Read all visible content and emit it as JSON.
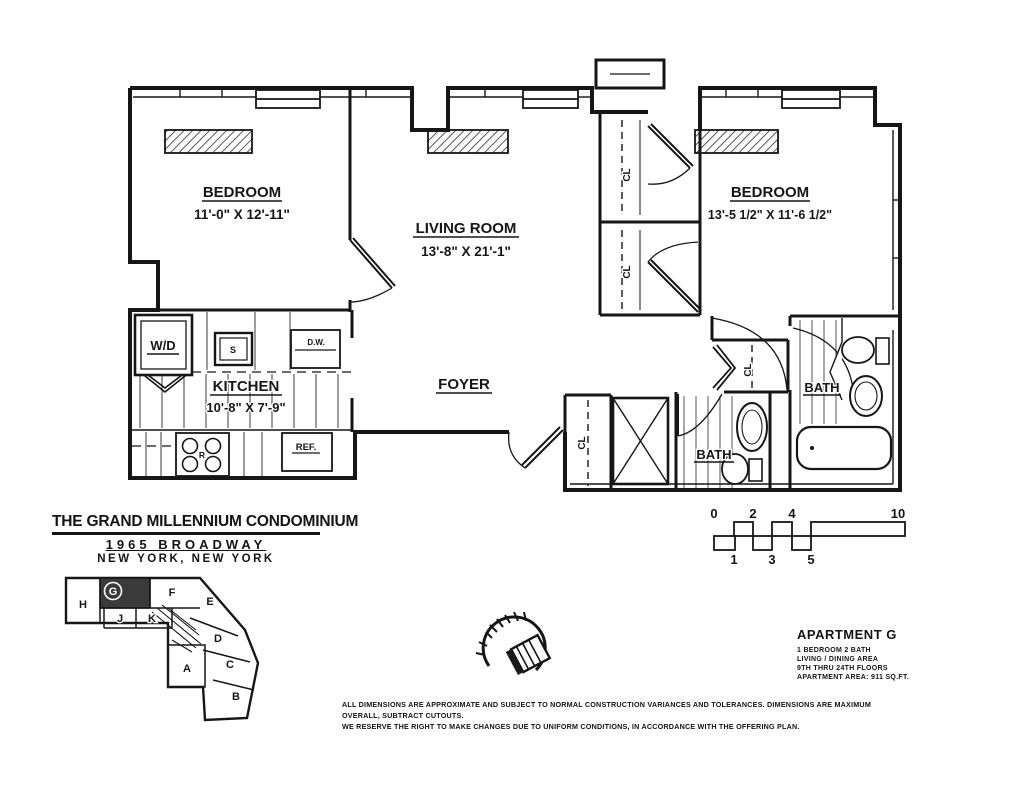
{
  "page": {
    "paper": "#ffffff",
    "ink": "#1a1a1a",
    "highlight_unit_fill": "#3a3a3a"
  },
  "title_block": {
    "building_name": "THE GRAND MILLENNIUM CONDOMINIUM",
    "address": "1965 BROADWAY",
    "city": "NEW YORK, NEW YORK"
  },
  "apartment_info": {
    "title": "APARTMENT G",
    "line1": "1 BEDROOM 2 BATH",
    "line2": "LIVING / DINING AREA",
    "line3": "9TH THRU 24TH FLOORS",
    "line4": "APARTMENT AREA: 911 SQ.FT."
  },
  "disclaimer": {
    "line1": "ALL DIMENSIONS ARE APPROXIMATE AND SUBJECT TO NORMAL CONSTRUCTION VARIANCES AND TOLERANCES. DIMENSIONS ARE MAXIMUM OVERALL, SUBTRACT CUTOUTS.",
    "line2": "WE RESERVE THE RIGHT TO MAKE CHANGES DUE TO UNIFORM CONDITIONS, IN ACCORDANCE WITH THE OFFERING PLAN."
  },
  "rooms": {
    "bedroom1": {
      "label": "BEDROOM",
      "dimensions": "11'-0\" X 12'-11\""
    },
    "living_room": {
      "label": "LIVING ROOM",
      "dimensions": "13'-8\" X 21'-1\""
    },
    "bedroom2": {
      "label": "BEDROOM",
      "dimensions": "13'-5 1/2\" X 11'-6 1/2\""
    },
    "kitchen": {
      "label": "KITCHEN",
      "dimensions": "10'-8\" X 7'-9\""
    },
    "foyer": {
      "label": "FOYER"
    },
    "bath1": {
      "label": "BATH"
    },
    "bath2": {
      "label": "BATH"
    }
  },
  "fixtures": {
    "washer_dryer": "W/D",
    "sink": "S",
    "dishwasher": "D.W.",
    "range": "R",
    "refrigerator": "REF.",
    "closet": "CL"
  },
  "key_plan": {
    "highlighted_unit": "G",
    "units": [
      "H",
      "G",
      "F",
      "J",
      "K",
      "E",
      "D",
      "A",
      "C",
      "B"
    ]
  },
  "scale_bar": {
    "top_labels": [
      "0",
      "2",
      "4",
      "10"
    ],
    "bottom_labels": [
      "1",
      "3",
      "5"
    ]
  },
  "icons": {
    "compass": "compass-rose"
  }
}
